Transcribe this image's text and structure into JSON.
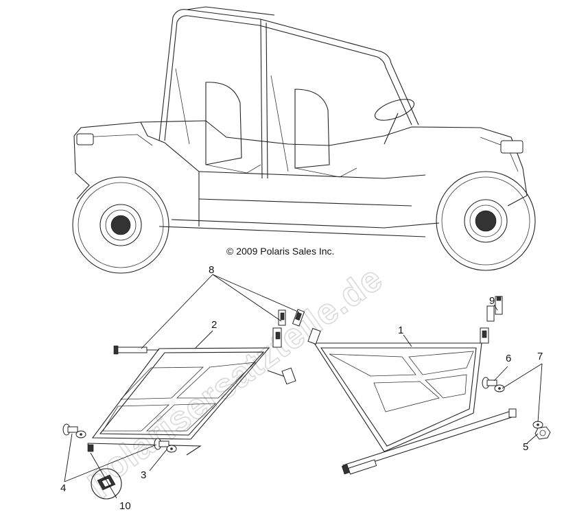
{
  "diagram": {
    "copyright": "© 2009 Polaris Sales Inc.",
    "watermark": "polarisersatzteile.de",
    "callouts": [
      {
        "id": "c1",
        "label": "1"
      },
      {
        "id": "c2",
        "label": "2"
      },
      {
        "id": "c3",
        "label": "3"
      },
      {
        "id": "c4",
        "label": "4"
      },
      {
        "id": "c5",
        "label": "5"
      },
      {
        "id": "c6",
        "label": "6"
      },
      {
        "id": "c7",
        "label": "7"
      },
      {
        "id": "c8",
        "label": "8"
      },
      {
        "id": "c9",
        "label": "9"
      },
      {
        "id": "c10",
        "label": "10"
      }
    ]
  }
}
